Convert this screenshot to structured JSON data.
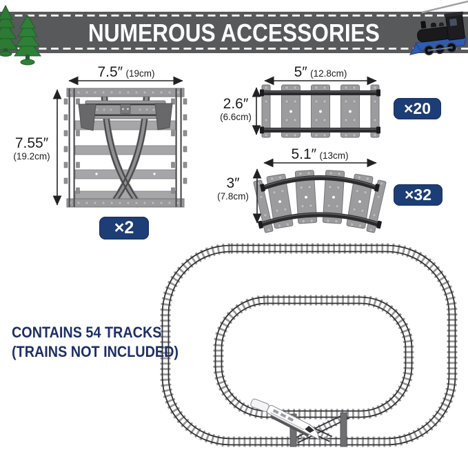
{
  "header": {
    "title": "NUMEROUS ACCESSORIES"
  },
  "pieces": {
    "switch": {
      "width_in": "7.5″",
      "width_cm": "(19cm)",
      "height_in": "7.55″",
      "height_cm": "(19.2cm)",
      "count": "×2"
    },
    "straight": {
      "width_in": "5″",
      "width_cm": "(12.8cm)",
      "height_in": "2.6″",
      "height_cm": "(6.6cm)",
      "count": "×20"
    },
    "curved": {
      "width_in": "5.1″",
      "width_cm": "(13cm)",
      "height_in": "3″",
      "height_cm": "(7.8cm)",
      "count": "×32"
    }
  },
  "footer": {
    "line1": "CONTAINS 54 TRACKS",
    "line2": "(TRAINS NOT INCLUDED)"
  },
  "colors": {
    "banner_gray": "#58595b",
    "badge_navy": "#1d3d76",
    "footer_navy": "#1d2f66",
    "track_gray": "#9c9c9e",
    "rail_dark": "#2b2b2d",
    "tree_green": "#2e8038",
    "train_blue": "#2e5cb0"
  },
  "decorations": [
    "pine-trees",
    "toy-locomotive",
    "oval-track-layout",
    "white-train"
  ]
}
